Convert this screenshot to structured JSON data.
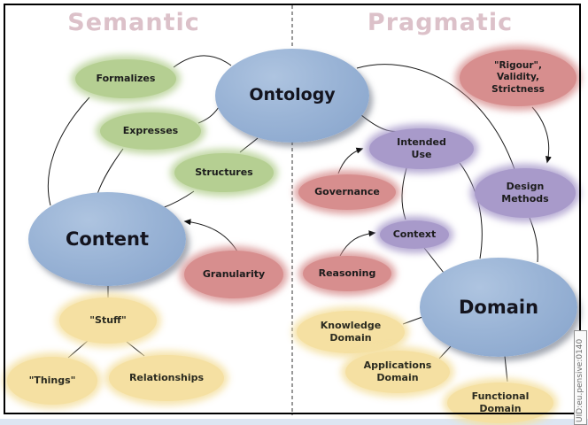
{
  "titles": {
    "semantic": "Semantic",
    "pragmatic": "Pragmatic"
  },
  "frame": {
    "uid_label": "UID:eu.pensive:0140"
  },
  "colors": {
    "blue": "#94afd3",
    "green": "#b5cf92",
    "red": "#d78e8e",
    "purple": "#a89aca",
    "yellow": "#f5e0a2",
    "zone_title": "#dcc1c9",
    "line": "#1a1a1a"
  },
  "nodes": {
    "ontology": {
      "label": "Ontology",
      "color": "blue"
    },
    "content": {
      "label": "Content",
      "color": "blue"
    },
    "domain": {
      "label": "Domain",
      "color": "blue"
    },
    "formalizes": {
      "label": "Formalizes",
      "color": "green"
    },
    "expresses": {
      "label": "Expresses",
      "color": "green"
    },
    "structures": {
      "label": "Structures",
      "color": "green"
    },
    "rigour": {
      "label": "\"Rigour\",\nValidity,\nStrictness",
      "color": "red"
    },
    "governance": {
      "label": "Governance",
      "color": "red"
    },
    "reasoning": {
      "label": "Reasoning",
      "color": "red"
    },
    "granularity": {
      "label": "Granularity",
      "color": "red"
    },
    "intended_use": {
      "label": "Intended\nUse",
      "color": "purple"
    },
    "design_methods": {
      "label": "Design\nMethods",
      "color": "purple"
    },
    "context": {
      "label": "Context",
      "color": "purple"
    },
    "stuff": {
      "label": "\"Stuff\"",
      "color": "yellow"
    },
    "things": {
      "label": "\"Things\"",
      "color": "yellow"
    },
    "relationships": {
      "label": "Relationships",
      "color": "yellow"
    },
    "knowledge_domain": {
      "label": "Knowledge\nDomain",
      "color": "yellow"
    },
    "applications_domain": {
      "label": "Applications\nDomain",
      "color": "yellow"
    },
    "functional_domain": {
      "label": "Functional\nDomain",
      "color": "yellow"
    }
  },
  "edges": [
    {
      "from": "formalizes",
      "to": "ontology",
      "arrow": false
    },
    {
      "from": "expresses",
      "to": "ontology",
      "arrow": false
    },
    {
      "from": "structures",
      "to": "ontology",
      "arrow": false
    },
    {
      "from": "formalizes",
      "to": "content",
      "arrow": false
    },
    {
      "from": "expresses",
      "to": "content",
      "arrow": false
    },
    {
      "from": "structures",
      "to": "content",
      "arrow": false
    },
    {
      "from": "ontology",
      "to": "design_methods",
      "arrow": false
    },
    {
      "from": "ontology",
      "to": "intended_use",
      "arrow": false
    },
    {
      "from": "rigour",
      "to": "design_methods",
      "arrow": true
    },
    {
      "from": "governance",
      "to": "intended_use",
      "arrow": true
    },
    {
      "from": "intended_use",
      "to": "context",
      "arrow": false
    },
    {
      "from": "intended_use",
      "to": "domain",
      "arrow": false
    },
    {
      "from": "design_methods",
      "to": "domain",
      "arrow": false
    },
    {
      "from": "reasoning",
      "to": "context",
      "arrow": true
    },
    {
      "from": "granularity",
      "to": "content",
      "arrow": true
    },
    {
      "from": "context",
      "to": "domain",
      "arrow": false
    },
    {
      "from": "content",
      "to": "stuff",
      "arrow": false
    },
    {
      "from": "stuff",
      "to": "things",
      "arrow": false
    },
    {
      "from": "stuff",
      "to": "relationships",
      "arrow": false
    },
    {
      "from": "knowledge_domain",
      "to": "domain",
      "arrow": false
    },
    {
      "from": "applications_domain",
      "to": "domain",
      "arrow": false
    },
    {
      "from": "domain",
      "to": "functional_domain",
      "arrow": false
    }
  ]
}
